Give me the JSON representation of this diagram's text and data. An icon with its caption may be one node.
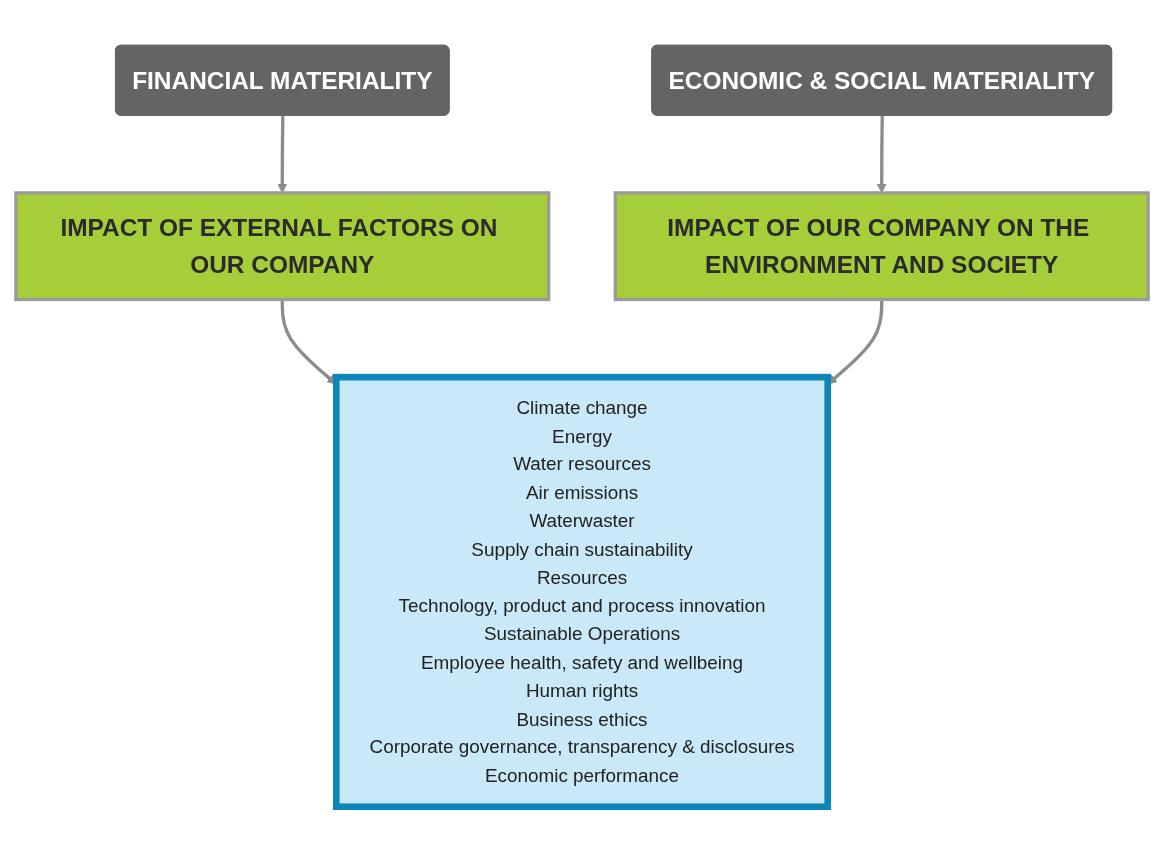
{
  "diagram": {
    "nodes": [
      {
        "text": [
          "IMPACT OF EXTERNAL FACTORS ON OUR COMPANY"
        ]
      },
      {
        "text": [
          "Climate change",
          "Energy",
          "Water resources",
          "Air emissions",
          "Waterwaster",
          "Supply chain sustainability",
          "Resources",
          "Technology, product and process innovation",
          "Sustainable Operations",
          "Employee health, safety and wellbeing",
          "Human rights",
          "Business ethics",
          "Corporate governance, transparency & disclosures",
          "Economic performance"
        ]
      },
      {
        "text": [
          "IMPACT OF OUR COMPANY ON THE ENVIRONMENT AND SOCIETY"
        ]
      },
      {
        "text": [
          "FINANCIAL MATERIALITY"
        ]
      },
      {
        "text": [
          "ECONOMIC & SOCIAL MATERIALITY"
        ]
      }
    ],
    "edges": [
      {
        "from": 0,
        "to": 1,
        "arrow": "to"
      },
      {
        "from": 2,
        "to": 1,
        "arrow": "to"
      },
      {
        "from": 3,
        "to": 0,
        "arrow": "to"
      },
      {
        "from": 4,
        "to": 2,
        "arrow": "to"
      }
    ]
  }
}
